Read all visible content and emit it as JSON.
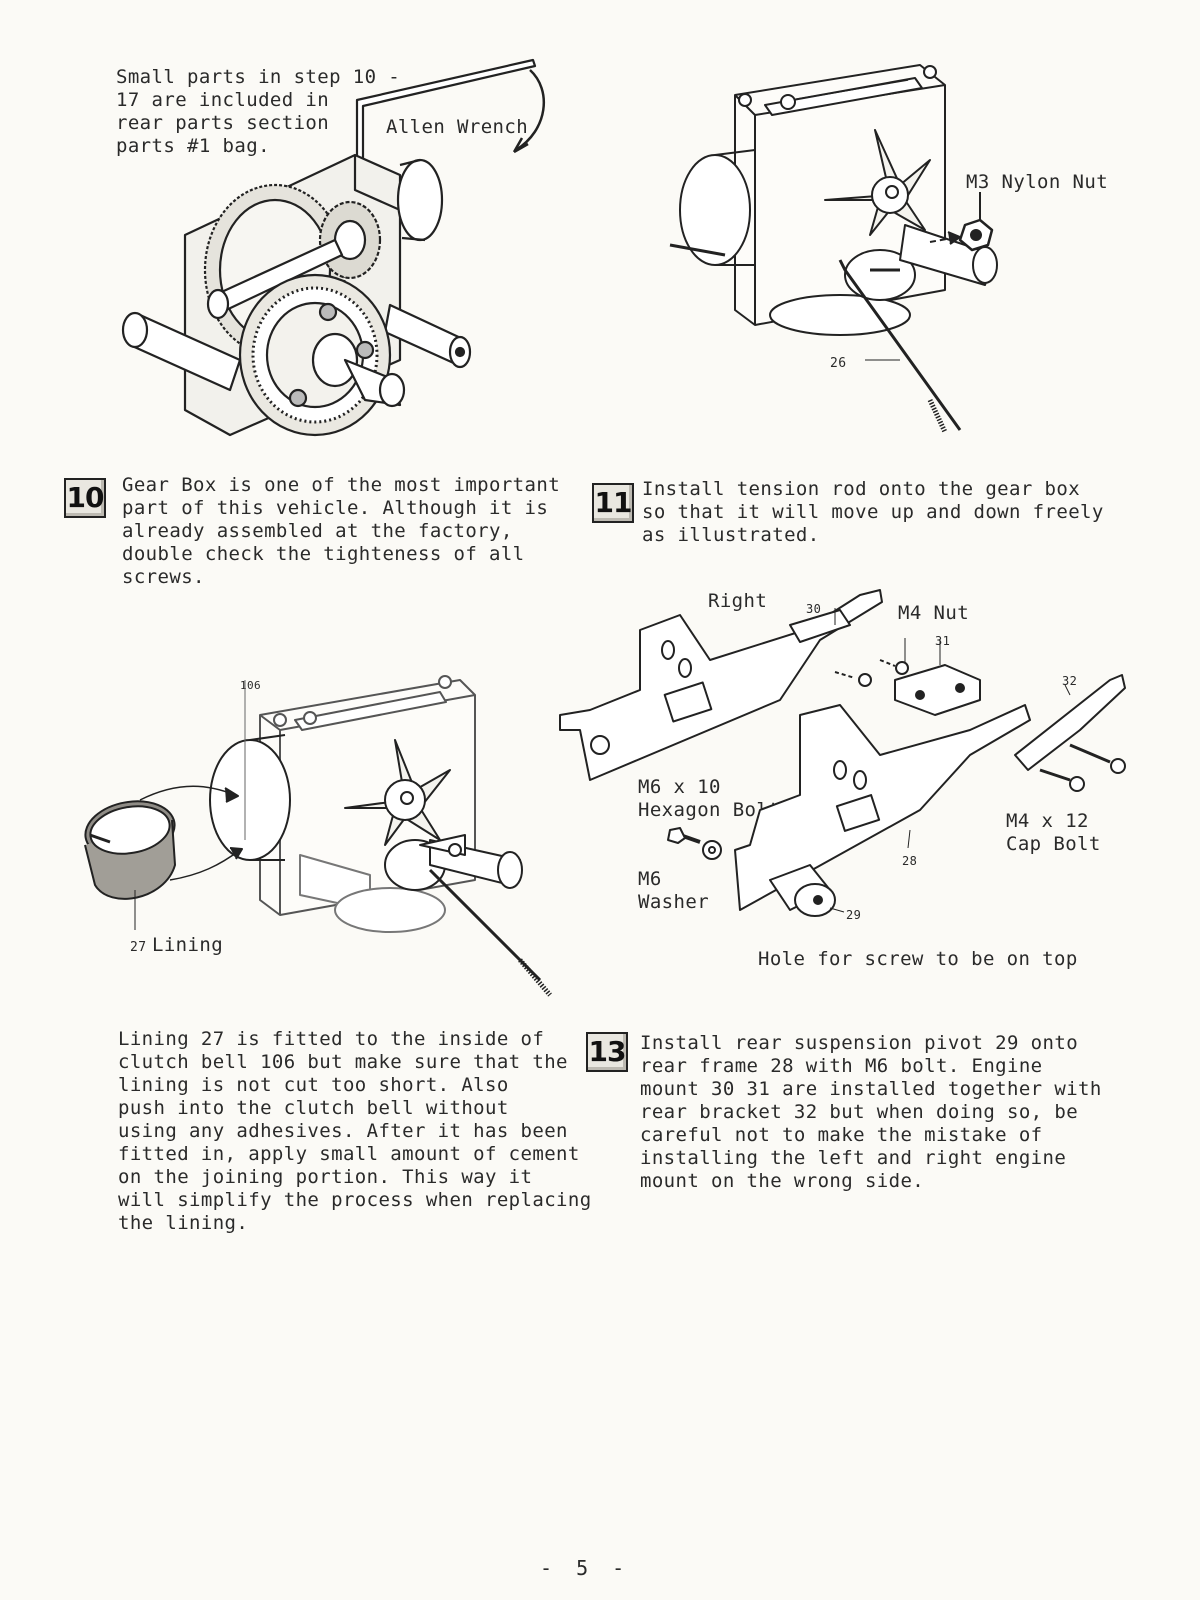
{
  "step10_note": "Small parts in step 10 -\n17 are included in\nrear parts section\nparts #1 bag.",
  "allen_wrench_label": "Allen Wrench",
  "nylon_nut_label": "M3 Nylon Nut",
  "part_26_label": "26",
  "step10": {
    "number": "10",
    "text": "Gear Box is one of the most important\npart of this vehicle.  Although it is\nalready assembled at the factory,\ndouble check the tighteness of all\nscrews."
  },
  "step11": {
    "number": "11",
    "text": "Install tension rod onto the gear box\nso that it will move up and down freely\nas illustrated."
  },
  "part_106_label": "106",
  "part_27_number": "27",
  "lining_label": "Lining",
  "lining_text": "Lining 27 is fitted to the inside of\nclutch bell 106 but make sure that the\nlining is not cut too short.  Also\npush into the clutch bell without\nusing any adhesives.  After it has been\nfitted in, apply small amount of cement\non the joining portion.  This way it\nwill simplify the process when replacing\nthe lining.",
  "step13_labels": {
    "right": "Right",
    "p30": "30",
    "m4_nut": "M4 Nut",
    "p31": "31",
    "p32": "32",
    "m6_bolt": "M6 x 10\nHexagon Bolt",
    "m4_cap": "M4 x 12\nCap Bolt",
    "p28": "28",
    "m6_washer": "M6\nWasher",
    "p29": "29",
    "hole_note": "Hole for screw to be on top"
  },
  "step13": {
    "number": "13",
    "text": "Install rear suspension pivot 29 onto\nrear frame 28 with M6 bolt.  Engine\nmount 30 31 are installed together with\nrear bracket 32 but when doing so, be\ncareful not to make the mistake of\ninstalling the left and right engine\nmount on the wrong side."
  },
  "page_number": "- 5 -",
  "colors": {
    "ink": "#2a2a2a",
    "paper": "#fbfaf6",
    "badge": "#e9e7e0"
  }
}
